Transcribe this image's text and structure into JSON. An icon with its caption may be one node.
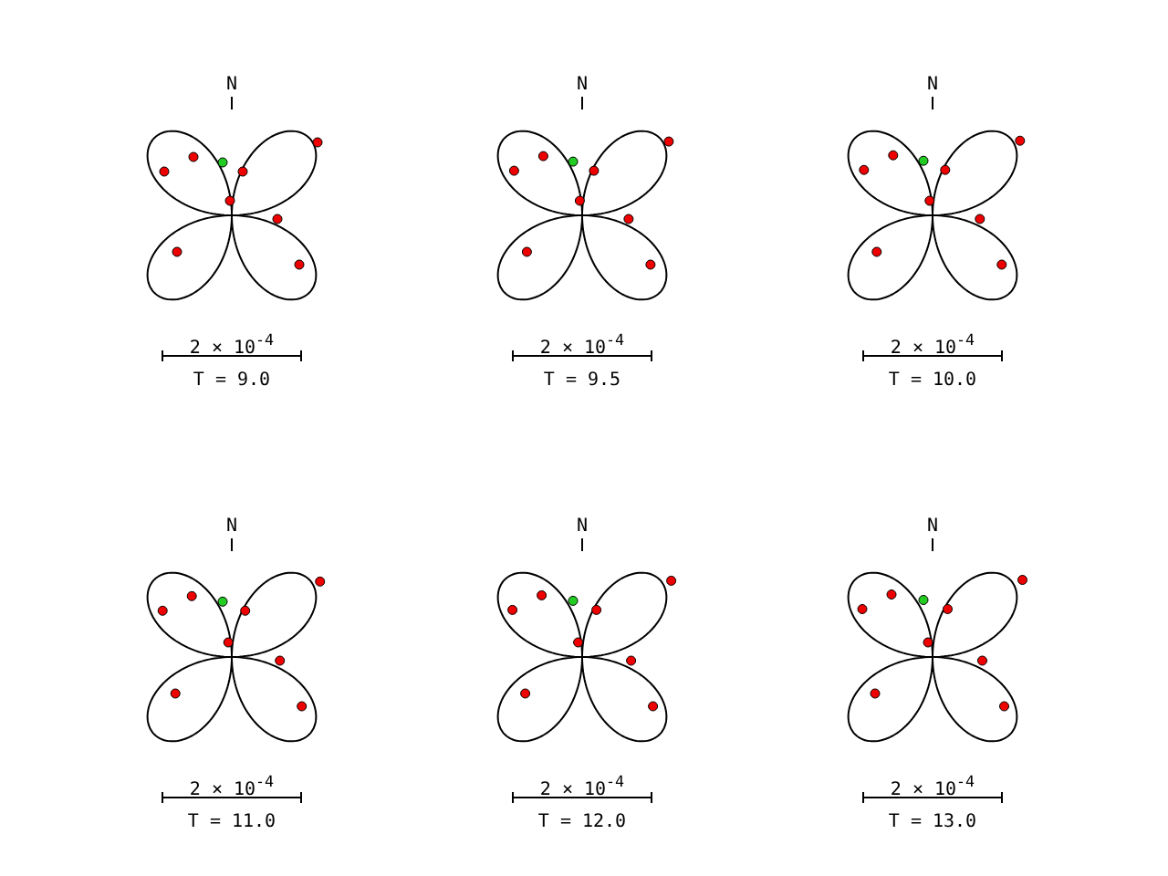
{
  "diagram": {
    "labels": [
      "N",
      "2 × 10$^{-4}$",
      "T = 9.0",
      "N",
      "2 × 10$^{-4}$",
      "T = 9.5",
      "N",
      "2 × 10$^{-4}$",
      "T = 10.0",
      "N",
      "2 × 10$^{-4}$",
      "T = 11.0",
      "N",
      "2 × 10$^{-4}$",
      "T = 12.0",
      "N",
      "2 × 10$^{-4}$",
      "T = 13.0"
    ]
  }
}
